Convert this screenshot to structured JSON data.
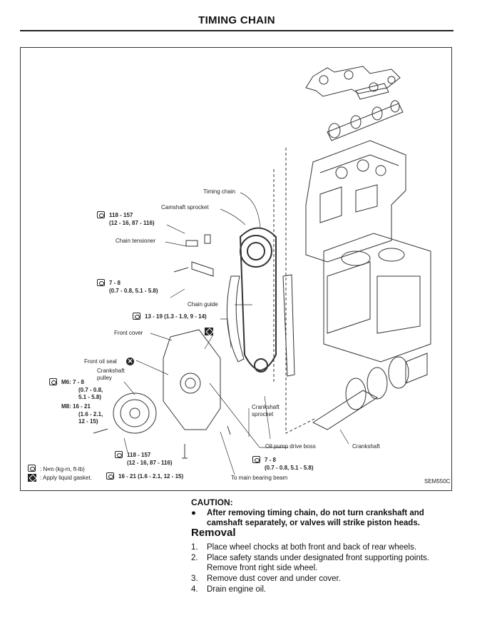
{
  "header": {
    "title": "TIMING CHAIN"
  },
  "figure": {
    "id": "SEM550C",
    "labels": {
      "timing_chain": "Timing chain",
      "camshaft_sprocket": "Camshaft sprocket",
      "torque1_a": "118 - 157",
      "torque1_b": "(12 - 16, 87 - 116)",
      "chain_tensioner": "Chain tensioner",
      "torque2_a": "7 - 8",
      "torque2_b": "(0.7 - 0.8, 5.1 - 5.8)",
      "chain_guide": "Chain guide",
      "torque3": "13 - 19 (1.3 - 1.9, 9 - 14)",
      "front_cover": "Front cover",
      "front_oil_seal": "Front oil seal",
      "crankshaft_pulley_a": "Crankshaft",
      "crankshaft_pulley_b": "pulley",
      "m6_a": "M6: 7 - 8",
      "m6_b": "(0.7 - 0.8,",
      "m6_c": "5.1 - 5.8)",
      "m8_a": "M8: 16 - 21",
      "m8_b": "(1.6 - 2.1,",
      "m8_c": "12 - 15)",
      "crankshaft_sprocket_a": "Crankshaft",
      "crankshaft_sprocket_b": "sprocket",
      "oil_pump_boss": "Oil pump drive boss",
      "crankshaft": "Crankshaft",
      "torque4_a": "118 - 157",
      "torque4_b": "(12 - 16, 87 - 116)",
      "torque5_a": "7 - 8",
      "torque5_b": "(0.7 - 0.8, 5.1 - 5.8)",
      "torque6": "16 - 21 (1.6 - 2.1, 12 - 15)",
      "main_bearing_beam": "To main bearing beam",
      "legend_torque": ": N•m (kg-m, ft-lb)",
      "legend_gasket": ": Apply liquid gasket."
    }
  },
  "caution": {
    "heading": "CAUTION:",
    "bullet": "After removing timing chain, do not turn crankshaft and camshaft separately, or valves will strike piston heads."
  },
  "removal": {
    "heading": "Removal",
    "steps": [
      {
        "n": "1.",
        "text": "Place wheel chocks at both front and back of rear wheels."
      },
      {
        "n": "2.",
        "text": "Place safety stands under designated front supporting points. Remove front right side wheel."
      },
      {
        "n": "3.",
        "text": "Remove dust cover and under cover."
      },
      {
        "n": "4.",
        "text": "Drain engine oil."
      }
    ]
  }
}
